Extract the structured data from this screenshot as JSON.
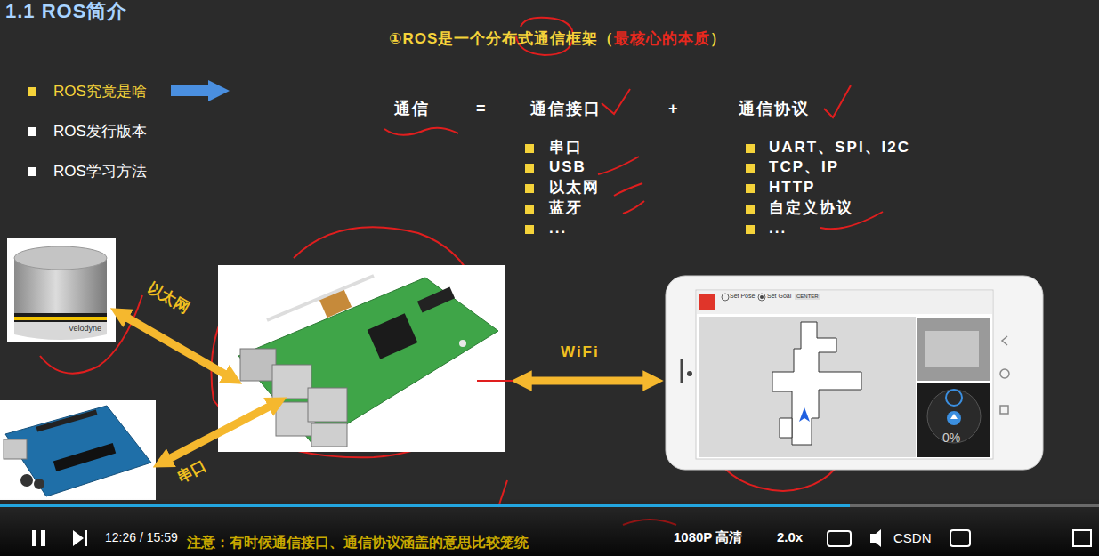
{
  "diagram": {
    "title": "1.1 ROS简介",
    "labels": [
      "①ROS是一个分布式通信框架（",
      "最核心的本质",
      "）",
      "ROS究竟是啥",
      "ROS发行版本",
      "ROS学习方法",
      "通信",
      "=",
      "通信接口",
      "+",
      "通信协议",
      "串口",
      "USB",
      "以太网",
      "蓝牙",
      "...",
      "UART、SPI、I2C",
      "TCP、IP",
      "HTTP",
      "自定义协议",
      "...",
      "以太网",
      "串口",
      "WiFi",
      "Velodyne",
      "Set Pose",
      "Set Goal",
      "CENTER",
      "0%",
      "12:26 / 15:59",
      "注意：有时候通信接口、通信协议涵盖的意思比较笼统",
      "1080P 高清",
      "2.0x",
      "CSDN"
    ]
  }
}
